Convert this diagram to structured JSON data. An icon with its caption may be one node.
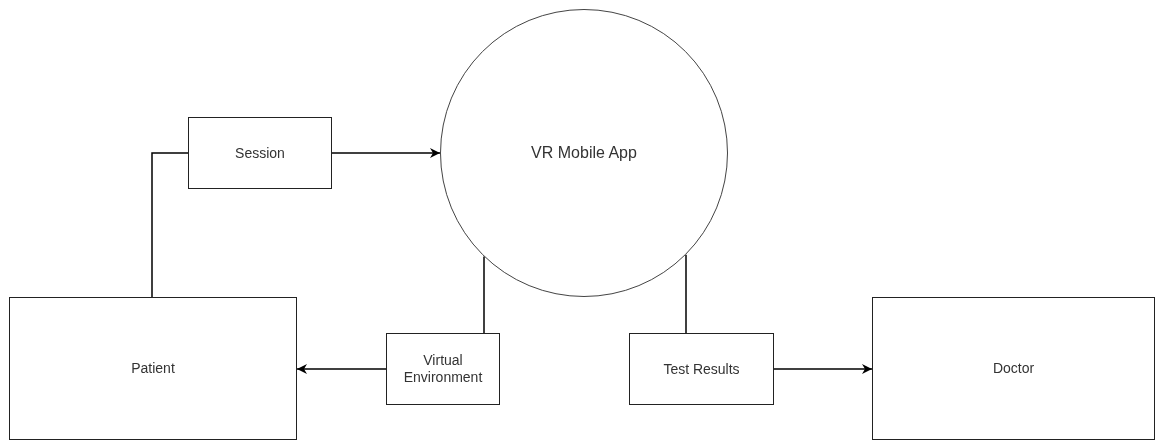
{
  "diagram": {
    "nodes": [
      {
        "text": [
          "Session"
        ]
      },
      {
        "text": [
          "VR Mobile App"
        ]
      },
      {
        "text": [
          "Patient"
        ]
      },
      {
        "text": [
          "Virtual Environment"
        ]
      },
      {
        "text": [
          "Test Results"
        ]
      },
      {
        "text": [
          "Doctor"
        ]
      }
    ],
    "edges": [
      {
        "from": 2,
        "to": 0,
        "arrow": "none"
      },
      {
        "from": 0,
        "to": 1,
        "arrow": "to"
      },
      {
        "from": 1,
        "to": 3,
        "arrow": "none"
      },
      {
        "from": 3,
        "to": 2,
        "arrow": "to"
      },
      {
        "from": 1,
        "to": 4,
        "arrow": "none"
      },
      {
        "from": 4,
        "to": 5,
        "arrow": "to"
      }
    ]
  }
}
